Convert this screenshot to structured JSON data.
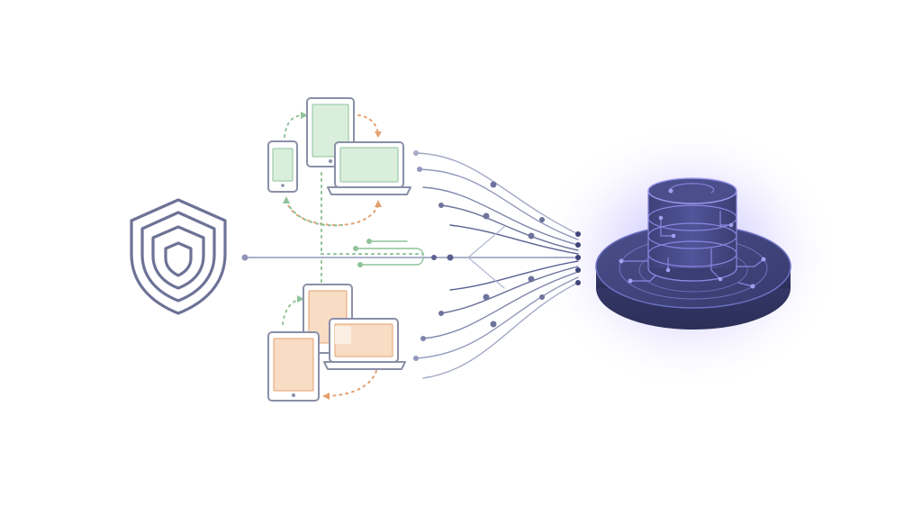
{
  "diagram": {
    "nodes": [
      {
        "id": "shield",
        "name": "shield-icon",
        "kind": "icon"
      },
      {
        "id": "device-group-top",
        "name": "device-group-green",
        "kind": "group",
        "devices": [
          "phone",
          "tablet",
          "laptop"
        ]
      },
      {
        "id": "device-group-bottom",
        "name": "device-group-orange",
        "kind": "group",
        "devices": [
          "tablet",
          "tablet",
          "laptop"
        ]
      },
      {
        "id": "database",
        "name": "database-stack-icon",
        "kind": "icon"
      }
    ],
    "edges": [
      {
        "from": "shield",
        "to": "database",
        "style": "solid"
      },
      {
        "from": "device-group-top",
        "to": "database",
        "style": "curved-lines"
      },
      {
        "from": "device-group-bottom",
        "to": "database",
        "style": "curved-lines"
      }
    ],
    "colors": {
      "line": "#8f95b8",
      "line_dark": "#4a4f7a",
      "shield": "#6d7396",
      "green_stroke": "#8fc29a",
      "green_fill": "#d9efdc",
      "orange_stroke": "#e4a06f",
      "orange_fill": "#f8dcc4",
      "device_stroke": "#8a8fa8",
      "db_dark": "#3a3e70",
      "db_mid": "#4d5290",
      "db_accent": "#8a86e0",
      "glow": "#8b7cff"
    }
  }
}
